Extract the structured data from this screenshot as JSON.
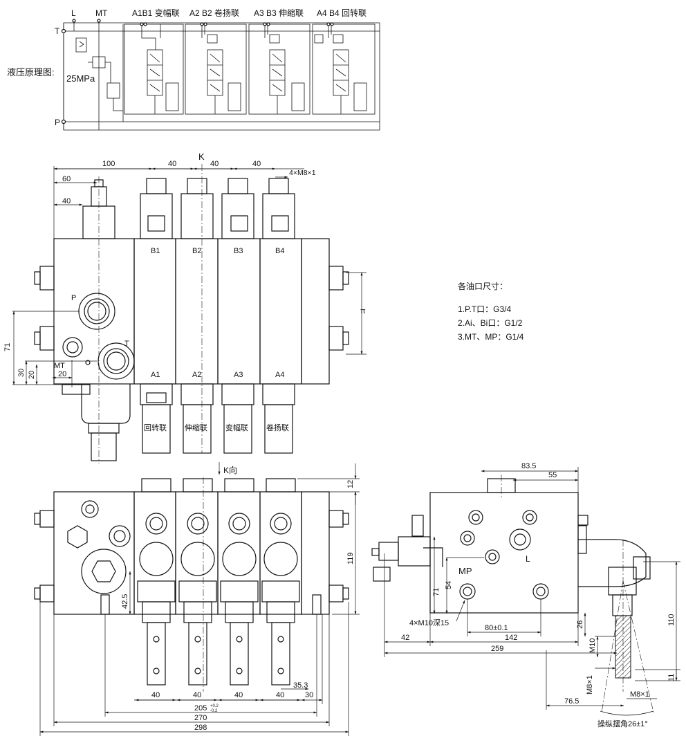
{
  "schematic": {
    "label": "液压原理图:",
    "port_L": "L",
    "port_MT": "MT",
    "port_T": "T",
    "port_P": "P",
    "pressure": "25MPa",
    "sections": [
      "A1B1 变幅联",
      "A2 B2  卷扬联",
      "A3 B3  伸缩联",
      "A4 B4 回转联"
    ]
  },
  "front_view": {
    "view_letter": "K",
    "dims_top": [
      "100",
      "40",
      "40",
      "40"
    ],
    "thread_note": "4×M8×1",
    "dim_60": "60",
    "dim_40": "40",
    "dim_71": "71",
    "dim_30": "30",
    "dim_20v": "20",
    "dim_20h": "20",
    "dim_right": "π",
    "port_P": "P",
    "port_T": "T",
    "port_MT": "MT",
    "b_ports": [
      "B1",
      "B2",
      "B3",
      "B4"
    ],
    "a_ports": [
      "A1",
      "A2",
      "A3",
      "A4"
    ],
    "section_names": [
      "回转联",
      "伸缩联",
      "变幅联",
      "卷扬联"
    ]
  },
  "port_sizes": {
    "title": "各油口尺寸：",
    "items": [
      "1.P.T口：G3/4",
      "2.Ai、Bi口：G1/2",
      "3.MT、MP：G1/4"
    ]
  },
  "bottom_view": {
    "view_label": "K向",
    "dim_12": "12",
    "dim_119": "119",
    "dim_42_5": "42.5",
    "dims_bottom": [
      "40",
      "40",
      "40",
      "40"
    ],
    "dim_35_3": "35.3",
    "dim_30": "30",
    "dim_205": "205",
    "dim_205_tol_up": "+0.2",
    "dim_205_tol_down": "-0.2",
    "dim_270": "270",
    "dim_298": "298"
  },
  "side_view": {
    "dim_83_5": "83.5",
    "dim_55": "55",
    "label_MP": "MP",
    "label_L": "L",
    "dim_71": "71",
    "dim_54": "54",
    "hole_note": "4×M10深15",
    "dim_80": "80±0.1",
    "dim_26": "26",
    "dim_42": "42",
    "dim_142": "142",
    "dim_259": "259",
    "dim_M10": "M10",
    "dim_110": "110",
    "dim_11": "11",
    "dim_M8_left": "M8×1",
    "dim_M8_right": "M8×1",
    "dim_76_5": "76.5",
    "swing_note": "操纵摆角26±1°"
  }
}
